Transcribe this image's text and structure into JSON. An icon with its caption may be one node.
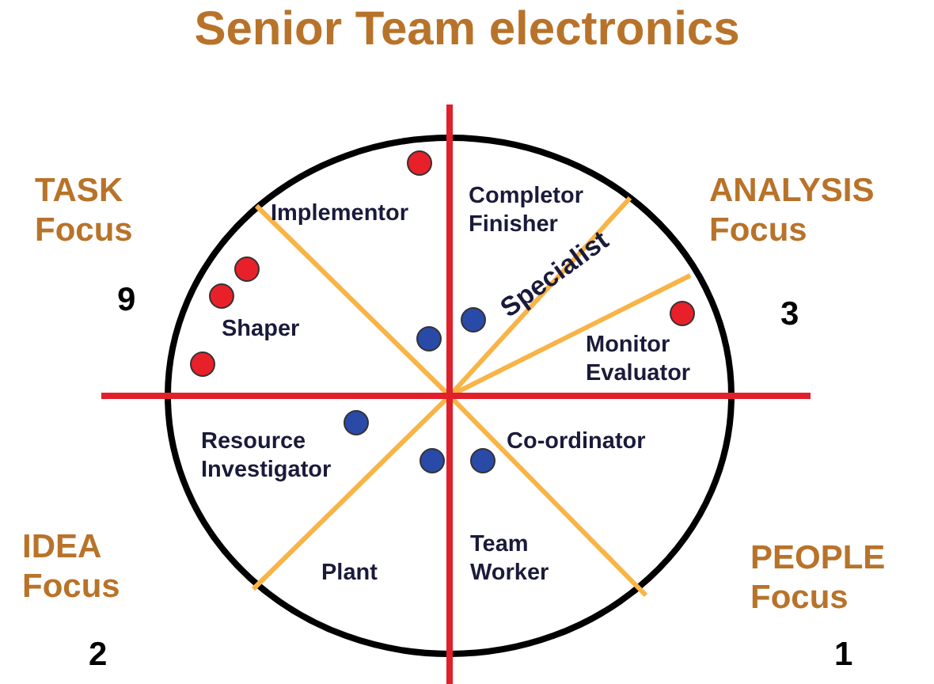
{
  "diagram": {
    "title": "Senior Team electronics",
    "labels": [
      "TASK Focus",
      "9",
      "ANALYSIS Focus",
      "3",
      "Implementor",
      "Completor Finisher",
      "Specialist",
      "Shaper",
      "Monitor Evaluator",
      "Resource Investigator",
      "Co-ordinator",
      "IDEA Focus",
      "2",
      "PEOPLE Focus",
      "Plant",
      "Team Worker",
      "1"
    ]
  }
}
